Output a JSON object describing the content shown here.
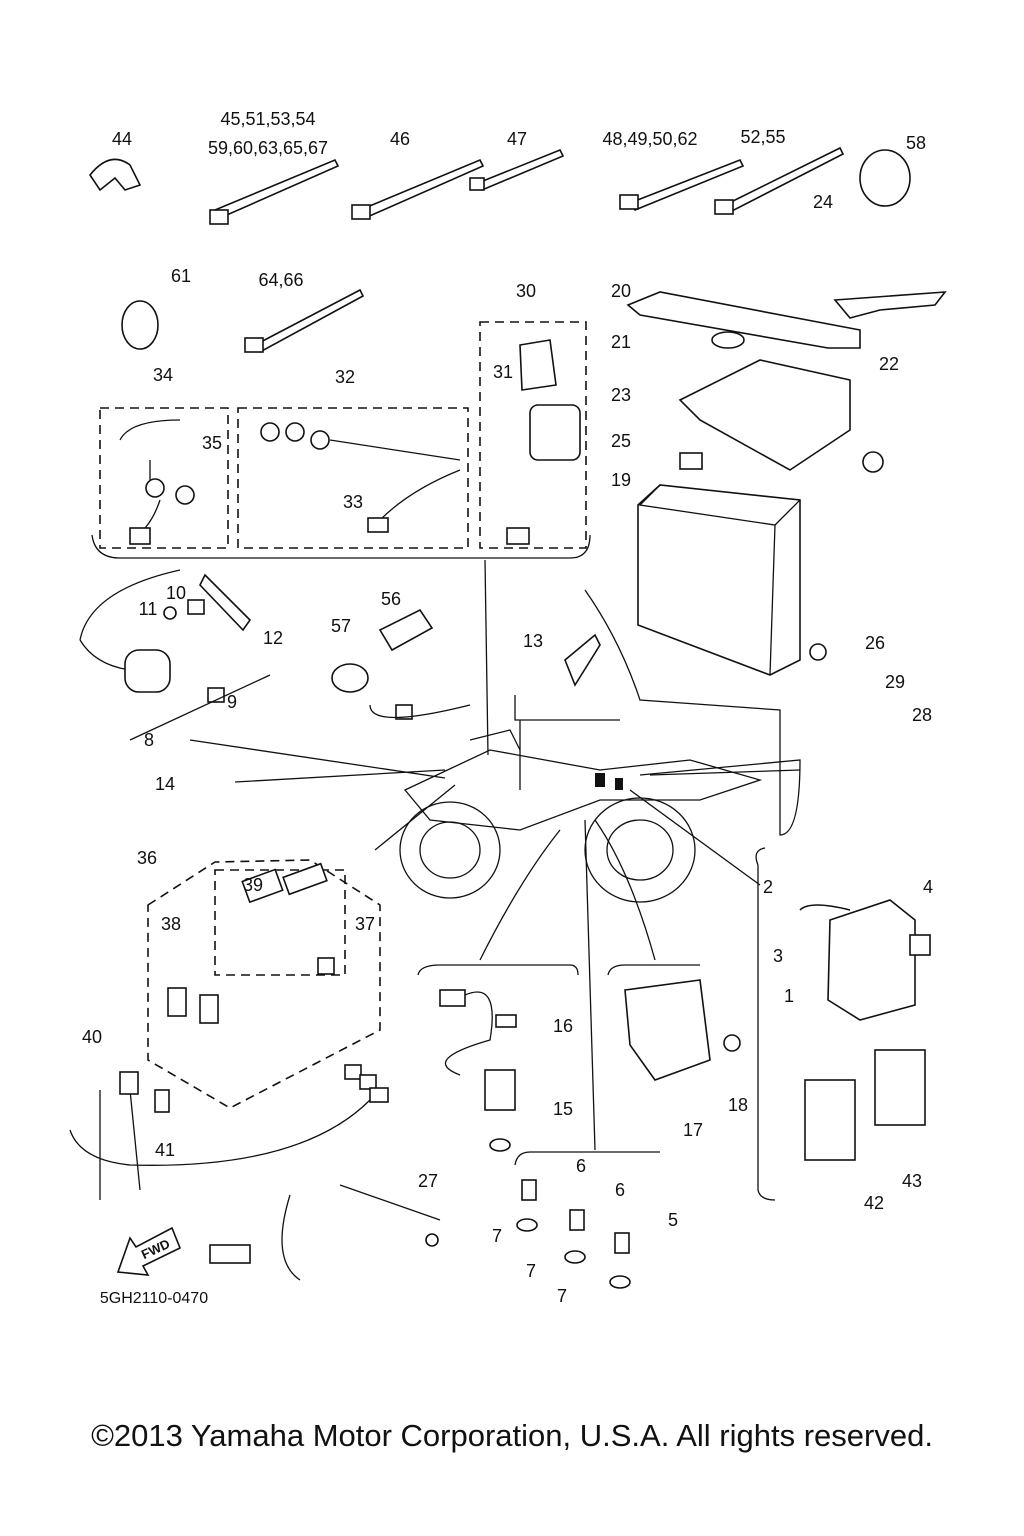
{
  "callouts": [
    "44",
    "45,51,53,54",
    "59,60,63,65,67",
    "46",
    "47",
    "48,49,50,62",
    "52,55",
    "58",
    "24",
    "61",
    "64,66",
    "30",
    "20",
    "22",
    "21",
    "34",
    "32",
    "31",
    "23",
    "35",
    "33",
    "25",
    "19",
    "56",
    "10",
    "11",
    "12",
    "57",
    "13",
    "26",
    "9",
    "8",
    "29",
    "28",
    "14",
    "36",
    "39",
    "38",
    "37",
    "4",
    "2",
    "3",
    "1",
    "40",
    "16",
    "18",
    "15",
    "17",
    "41",
    "6",
    "6",
    "5",
    "27",
    "7",
    "7",
    "7",
    "42",
    "43"
  ],
  "fwd_arrow": "FWD",
  "diagram_code": "5GH2110-0470",
  "copyright": "©2013 Yamaha Motor Corporation, U.S.A. All rights reserved."
}
